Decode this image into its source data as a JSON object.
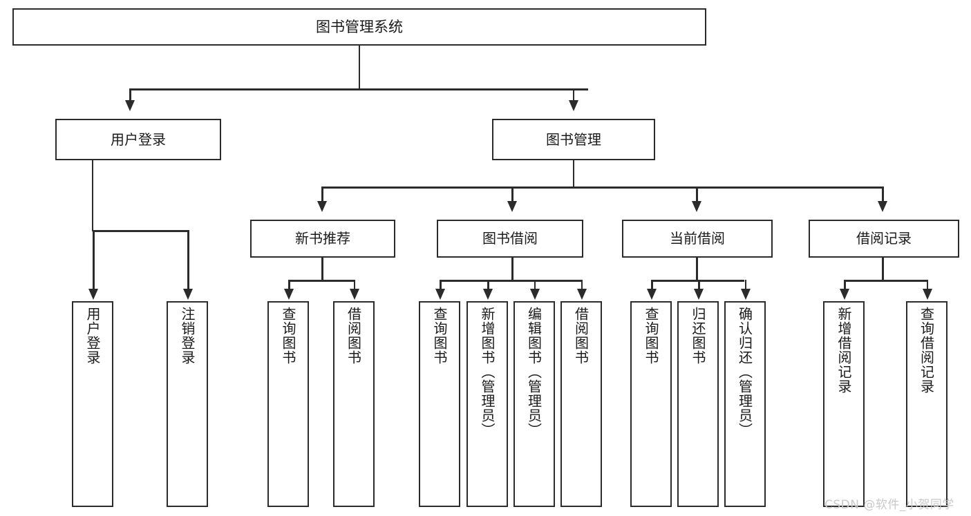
{
  "diagram": {
    "title": "图书管理系统",
    "root": {
      "label": "图书管理系统"
    },
    "level2": [
      {
        "label": "用户登录"
      },
      {
        "label": "图书管理"
      }
    ],
    "level3": [
      {
        "label": "新书推荐"
      },
      {
        "label": "图书借阅"
      },
      {
        "label": "当前借阅"
      },
      {
        "label": "借阅记录"
      }
    ],
    "leaves": {
      "user_login": [
        {
          "label": "用户登录"
        },
        {
          "label": "注销登录"
        }
      ],
      "new_book_recommend": [
        {
          "label": "查询图书"
        },
        {
          "label": "借阅图书"
        }
      ],
      "book_borrow": [
        {
          "label": "查询图书"
        },
        {
          "label": "新增图书（管理员）"
        },
        {
          "label": "编辑图书（管理员）"
        },
        {
          "label": "借阅图书"
        }
      ],
      "current_borrow": [
        {
          "label": "查询图书"
        },
        {
          "label": "归还图书"
        },
        {
          "label": "确认归还（管理员）"
        }
      ],
      "borrow_record": [
        {
          "label": "新增借阅记录"
        },
        {
          "label": "查询借阅记录"
        }
      ]
    }
  },
  "watermark": {
    "text": "CSDN @软件_小贺同学"
  },
  "colors": {
    "line": "#2b2b2b",
    "box_fill": "#ffffff",
    "text": "#1a1a1a",
    "watermark": "#c9c9c9",
    "background": "#ffffff"
  }
}
